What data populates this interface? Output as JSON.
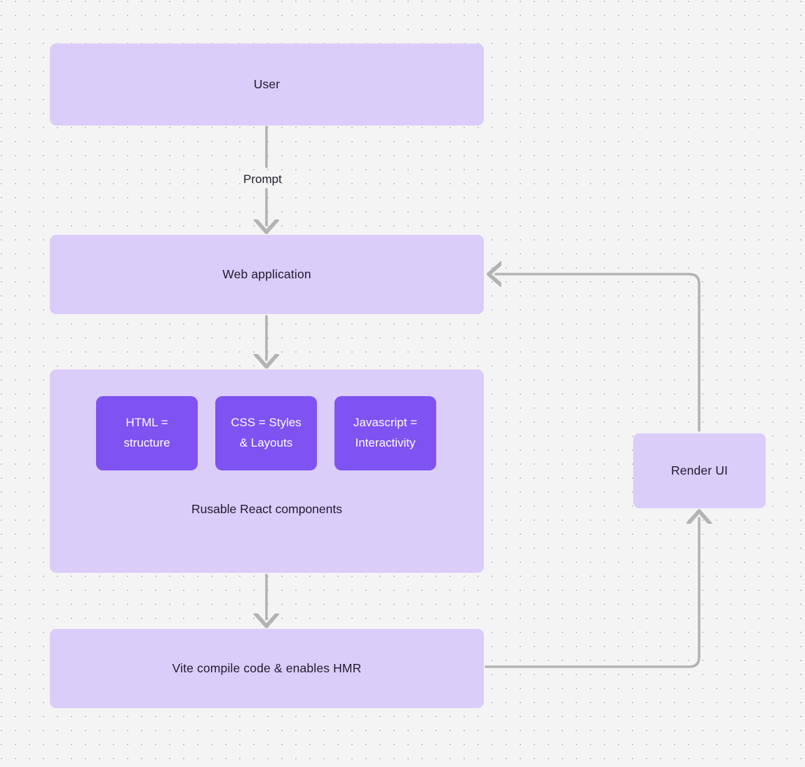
{
  "diagram": {
    "type": "flowchart",
    "background": "#f4f4f4",
    "grid": "dot-grid",
    "colors": {
      "node_fill": "#dbcdfa",
      "inner_node_fill": "#7f52f2",
      "node_text": "#1f1a2e",
      "inner_node_text": "#ffffff",
      "edge_stroke": "#b3b3b3",
      "grid_dot": "#c9c9c9"
    },
    "nodes": [
      {
        "id": "user",
        "label": "User"
      },
      {
        "id": "webapp",
        "label": "Web application"
      },
      {
        "id": "components",
        "caption": "Rusable React components"
      },
      {
        "id": "vite",
        "label": "Vite compile code & enables HMR"
      },
      {
        "id": "render",
        "label": "Render UI"
      }
    ],
    "inner_nodes": [
      {
        "id": "html",
        "label": "HTML =\nstructure"
      },
      {
        "id": "css",
        "label": "CSS = Styles\n& Layouts"
      },
      {
        "id": "js",
        "label": "Javascript =\nInteractivity"
      }
    ],
    "edges": [
      {
        "id": "user-to-webapp",
        "from": "user",
        "to": "webapp",
        "label": "Prompt",
        "direction": "down"
      },
      {
        "id": "webapp-to-components",
        "from": "webapp",
        "to": "components",
        "label": "",
        "direction": "down"
      },
      {
        "id": "components-to-vite",
        "from": "components",
        "to": "vite",
        "label": "",
        "direction": "down"
      },
      {
        "id": "vite-to-render",
        "from": "vite",
        "to": "render",
        "label": "",
        "direction": "up-right"
      },
      {
        "id": "render-to-webapp",
        "from": "render",
        "to": "webapp",
        "label": "",
        "direction": "up-left"
      }
    ]
  }
}
